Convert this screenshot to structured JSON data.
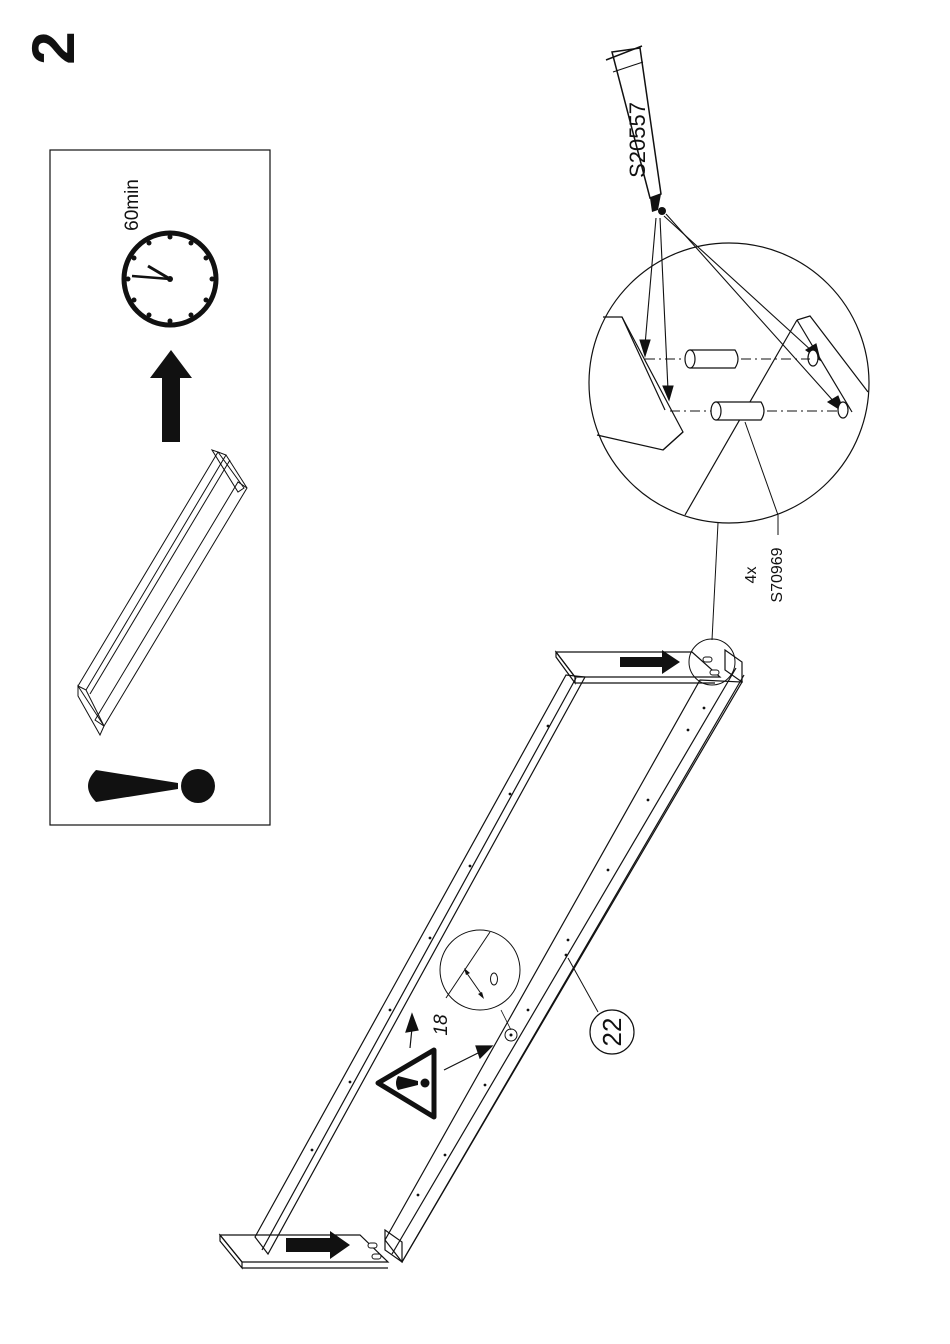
{
  "step": {
    "number": "2"
  },
  "info_box": {
    "wait_time": "60min",
    "icons": [
      "important-exclamation-icon",
      "clock-icon",
      "arrow-up-icon"
    ]
  },
  "parts": {
    "glue": {
      "code": "S20557"
    },
    "dowel": {
      "quantity": "4x",
      "code": "S70969"
    },
    "panel": {
      "number": "22"
    },
    "dimension": {
      "value": "18"
    }
  },
  "warning": {
    "icon": "warning-triangle-icon"
  },
  "colors": {
    "ink": "#111111",
    "paper": "#ffffff"
  }
}
